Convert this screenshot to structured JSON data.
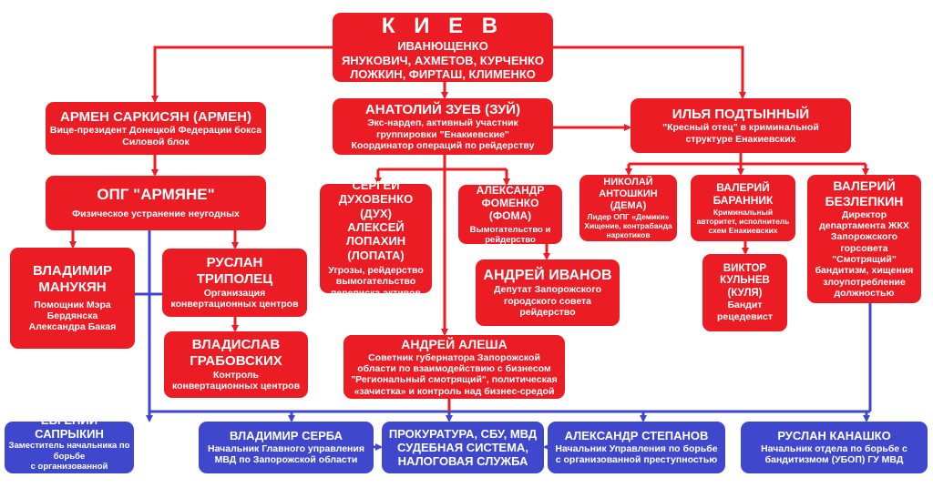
{
  "kiev": {
    "title": "К И Е В",
    "lines": [
      "ИВАНЮЩЕНКО",
      "ЯНУКОВИЧ, АХМЕТОВ, КУРЧЕНКО",
      "ЛОЖКИН, ФИРТАШ, КЛИМЕНКО"
    ]
  },
  "sarkisyan": {
    "name": "АРМЕН САРКИСЯН (АРМЕН)",
    "lines": [
      "Вице-президент Донецкой Федерации бокса",
      "Силовой блок"
    ]
  },
  "zuev": {
    "name": "АНАТОЛИЙ ЗУЕВ (ЗУЙ)",
    "lines": [
      "Экс-нардеп, активный участник",
      "группировки \"Енакиевские\"",
      "Координатор операций по рейдерству"
    ]
  },
  "podtynny": {
    "name": "ИЛЬЯ ПОДТЫННЫЙ",
    "lines": [
      "\"Кресный отец\"  в криминальной",
      "структуре Енакиевских"
    ]
  },
  "armyane": {
    "name": "ОПГ \"АРМЯНЕ\"",
    "lines": [
      "Физическое устранение неугодных"
    ]
  },
  "manukyan": {
    "name": [
      "ВЛАДИМИР",
      "МАНУКЯН"
    ],
    "lines": [
      "Помощник Мэра",
      "Бердянска",
      "Александра Бакая"
    ]
  },
  "tripolec": {
    "name": [
      "РУСЛАН",
      "ТРИПОЛЕЦ"
    ],
    "lines": [
      "Организация",
      "конвертационных центров"
    ]
  },
  "grabovskih": {
    "name": [
      "ВЛАДИСЛАВ",
      "ГРАБОВСКИХ"
    ],
    "lines": [
      "Контроль",
      "конвертационных центров"
    ]
  },
  "duhovenko": {
    "name": [
      "СЕРГЕЙ",
      "ДУХОВЕНКО (ДУХ)",
      "АЛЕКСЕЙ ЛОПАХИН",
      "(ЛОПАТА)"
    ],
    "lines": [
      "Угрозы, рейдерство",
      "вымогательство",
      "переписка активов"
    ]
  },
  "fomenko": {
    "name": [
      "АЛЕКСАНДР",
      "ФОМЕНКО (ФОМА)"
    ],
    "lines": [
      "Вымогательство и",
      "рейдерство"
    ]
  },
  "ivanov": {
    "name": "АНДРЕЙ ИВАНОВ",
    "lines": [
      "Депутат Запорожского",
      "городского совета",
      "рейдерство"
    ]
  },
  "alesha": {
    "name": "АНДРЕЙ АЛЕША",
    "lines": [
      "Советник губернатора Запорожской",
      "области по взаимодействию с бизнесом",
      "\"Региональный смотрящий\", политическая",
      "«зачистка» и контроль над бизнес-средой"
    ]
  },
  "antoshkin": {
    "name": [
      "НИКОЛАЙ",
      "АНТОШКИН (ДЕМА)"
    ],
    "lines": [
      "Лидер ОПГ «Демики»",
      "Хищение, контрабанда",
      "наркотиков"
    ]
  },
  "barannik": {
    "name": [
      "ВАЛЕРИЙ",
      "БАРАННИК"
    ],
    "lines": [
      "Криминальный",
      "авторитет, исполнитель",
      "схем Енакиевских"
    ]
  },
  "kulnev": {
    "name": [
      "ВИКТОР",
      "КУЛЬНЕВ",
      "(КУЛЯ)"
    ],
    "lines": [
      "Бандит",
      "рецедевист"
    ]
  },
  "bezlepkin": {
    "name": [
      "ВАЛЕРИЙ",
      "БЕЗЛЕПКИН"
    ],
    "lines": [
      "Директор",
      "департамента ЖКХ",
      "Запорожского",
      "горсовета",
      "\"Смотрящий\"",
      "бандитизм, хищения",
      "злоупотребление",
      "должностью"
    ]
  },
  "saprykin": {
    "name": "ЕВГЕНИЙ САПРЫКИН",
    "lines": [
      "Заместитель начальника  по борьбе",
      "с организованной преступностью"
    ]
  },
  "serba": {
    "name": "ВЛАДИМИР СЕРБА",
    "lines": [
      "Начальник Главного управления",
      "МВД по Запорожской области"
    ]
  },
  "prokuratura": {
    "lines": [
      "ПРОКУРАТУРА, СБУ, МВД",
      "СУДЕБНАЯ СИСТЕМА,",
      "НАЛОГОВАЯ СЛУЖБА"
    ]
  },
  "stepanov": {
    "name": "АЛЕКСАНДР СТЕПАНОВ",
    "lines": [
      "Начальник Управления по борьбе",
      "с организованной преступностью"
    ]
  },
  "kanashko": {
    "name": "РУСЛАН КАНАШКО",
    "lines": [
      "Начальник отдела по борьбе с",
      "бандитизмом (УБОП) ГУ МВД"
    ]
  },
  "colors": {
    "red": "#ec1c24",
    "blue": "#3f48cc"
  }
}
